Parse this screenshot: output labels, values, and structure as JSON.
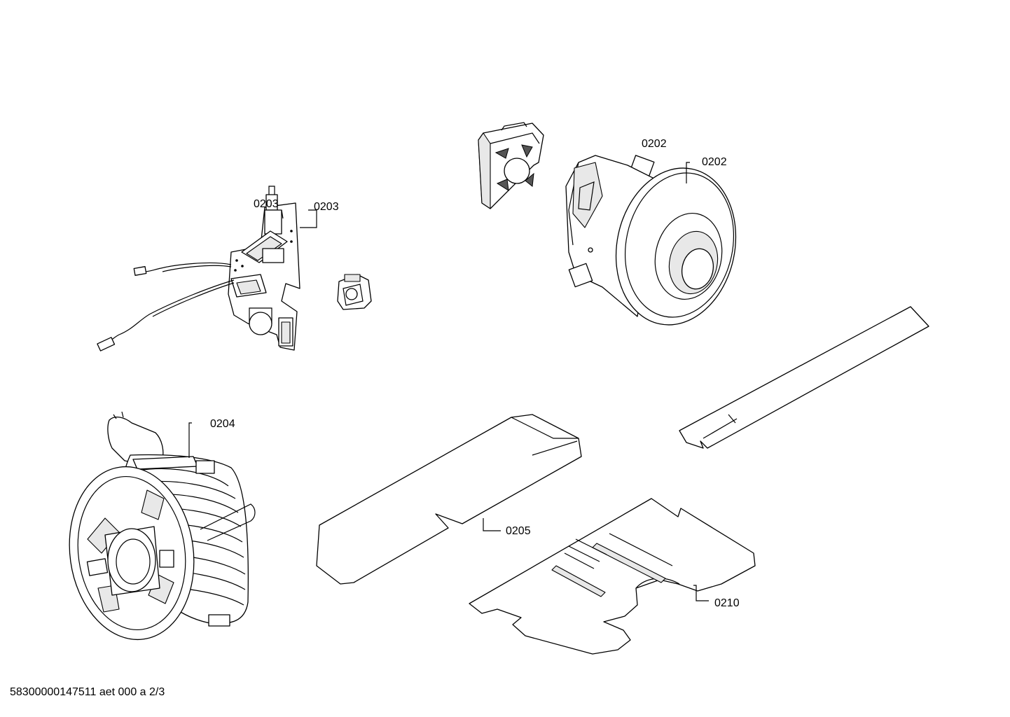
{
  "callouts": {
    "motor_a": "0202",
    "motor_b": "0202",
    "board_a": "0203",
    "board_b": "0203",
    "cable_reel": "0204",
    "filter_strip": "0205",
    "base_plate": "0210"
  },
  "footer": {
    "drawing_id": "58300000147511 aet 000 a 2/3"
  },
  "colors": {
    "line": "#000000",
    "background": "#ffffff",
    "fill_light": "#e8e8e8"
  }
}
